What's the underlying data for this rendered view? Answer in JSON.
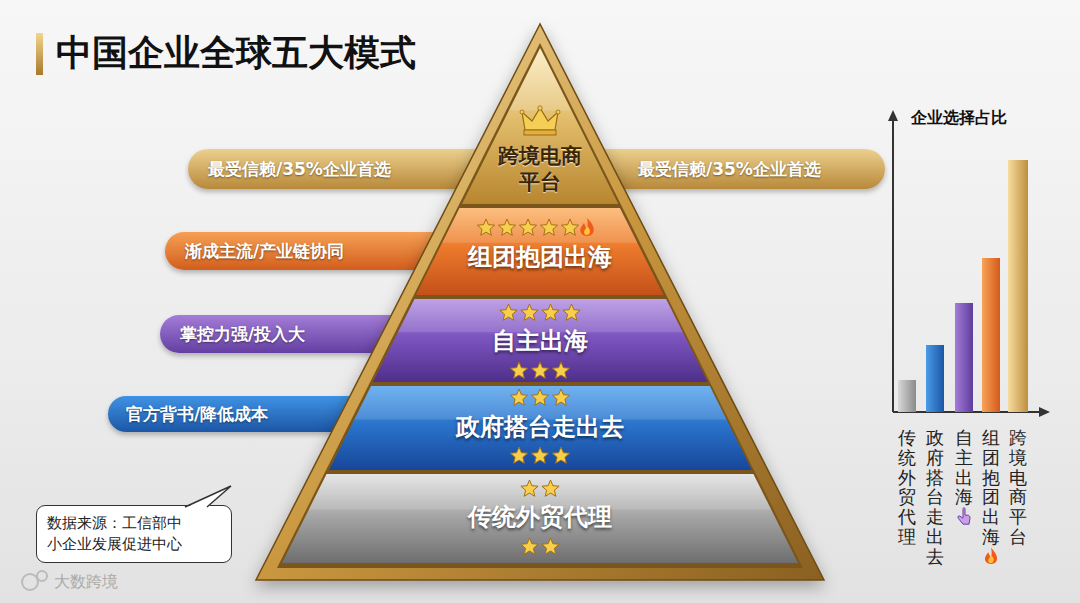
{
  "diagram": {
    "title": "中国企业全球五大模式",
    "nodes": [
      {
        "text": [
          "最受信赖/35%企业首选"
        ]
      },
      {
        "text": [
          "跨境电商 平台"
        ]
      },
      {
        "text": [
          "最受信赖/35%企业首选"
        ]
      },
      {
        "text": [
          "渐成主流/产业链协同"
        ]
      },
      {
        "text": [
          "组团抱团出海"
        ]
      },
      {
        "text": [
          "掌控力强/投入大"
        ]
      },
      {
        "text": [
          "自主出海"
        ]
      },
      {
        "text": [
          "官方背书/降低成本"
        ]
      },
      {
        "text": [
          "政府搭台走出去"
        ]
      },
      {
        "text": [
          "数据来源：工信部中 小企业发展促进中心"
        ]
      },
      {
        "text": [
          "传统外贸代理"
        ]
      }
    ],
    "labels": [
      "企业选择占比",
      "传统外贸代理",
      "政府搭台走出去",
      "自主出海",
      "组团抱团出海",
      "跨境电商平台",
      "大数跨境"
    ]
  }
}
